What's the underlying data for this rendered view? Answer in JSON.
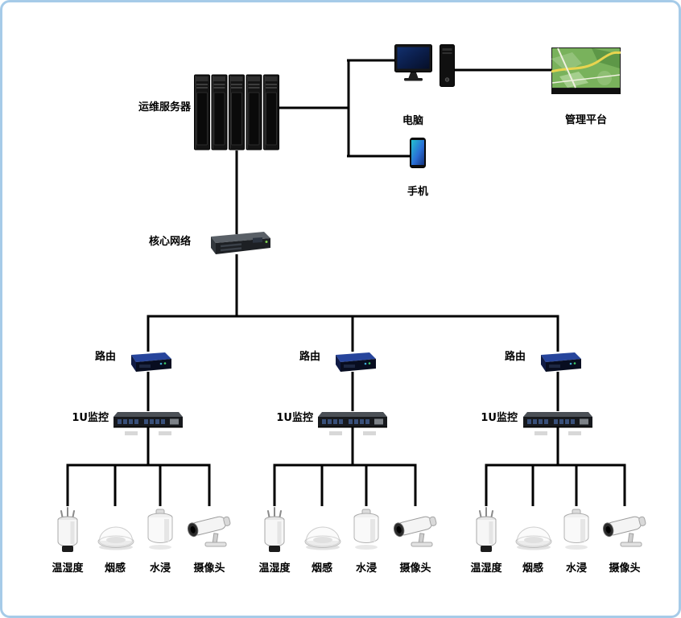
{
  "frame": {
    "background": "#ffffff",
    "border_color": "#a6cbe8"
  },
  "colors": {
    "line": "#000000",
    "router_top": "#27459c",
    "map_green": "#79b25c"
  },
  "nodes": {
    "ops_server": "运维服务器",
    "computer": "电脑",
    "phone": "手机",
    "platform": "管理平台",
    "core_network": "核心网络"
  },
  "branches": [
    {
      "router": "路由",
      "monitor": "1U监控",
      "devices": [
        "温湿度",
        "烟感",
        "水浸",
        "摄像头"
      ]
    },
    {
      "router": "路由",
      "monitor": "1U监控",
      "devices": [
        "温湿度",
        "烟感",
        "水浸",
        "摄像头"
      ]
    },
    {
      "router": "路由",
      "monitor": "1U监控",
      "devices": [
        "温湿度",
        "烟感",
        "水浸",
        "摄像头"
      ]
    }
  ],
  "icons": {
    "ops_server": "server-rack-cluster-icon",
    "computer": "desktop-computer-icon",
    "phone": "smartphone-icon",
    "platform": "map-display-icon",
    "core_network": "core-switch-icon",
    "router": "router-icon",
    "monitor_1u": "1u-rack-monitor-icon",
    "temp_humidity": "temp-humidity-sensor-icon",
    "smoke": "smoke-detector-icon",
    "water": "water-leak-sensor-icon",
    "camera": "bullet-camera-icon"
  }
}
